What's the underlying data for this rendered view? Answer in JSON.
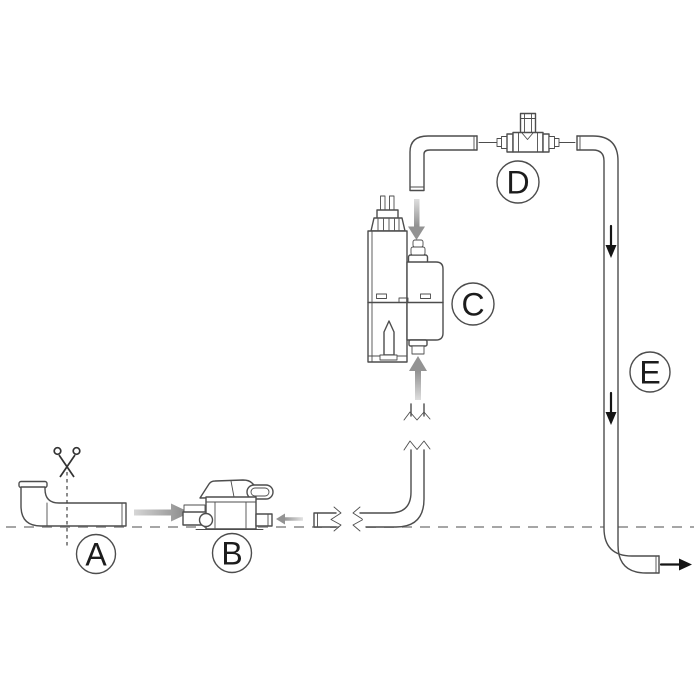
{
  "diagram": {
    "type": "installation-schematic",
    "labels": [
      {
        "id": "A",
        "text": "A"
      },
      {
        "id": "B",
        "text": "B"
      },
      {
        "id": "C",
        "text": "C"
      },
      {
        "id": "D",
        "text": "D"
      },
      {
        "id": "E",
        "text": "E"
      }
    ],
    "icons": [
      "scissors-icon",
      "flow-arrow-right-icon",
      "flow-arrow-left-icon",
      "flow-arrow-up-icon",
      "flow-arrow-down-icon",
      "pipe-break-icon"
    ],
    "colors": {
      "line": "#4d4d4d",
      "label_text": "#1c1c1c",
      "flow_arrow_gray": "#939393",
      "flow_arrow_black": "#151515",
      "reference_dash": "#9a9a9a"
    }
  }
}
